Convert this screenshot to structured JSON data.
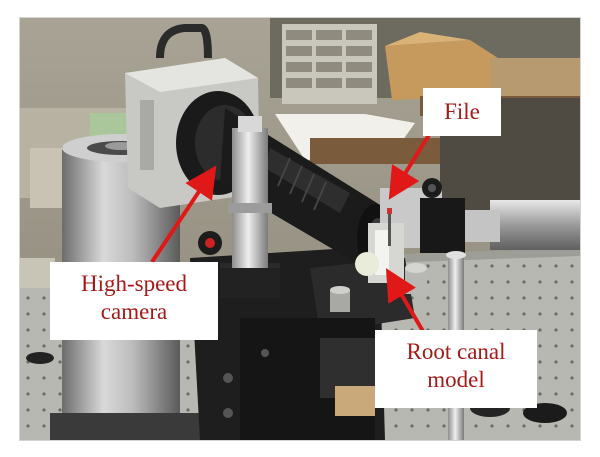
{
  "figure": {
    "labels": {
      "file": "File",
      "camera_line1": "High-speed",
      "camera_line2": "camera",
      "root_line1": "Root canal",
      "root_line2": "model"
    },
    "colors": {
      "label_text": "#a51919",
      "arrow": "#e01818",
      "label_background": "#ffffff"
    }
  }
}
